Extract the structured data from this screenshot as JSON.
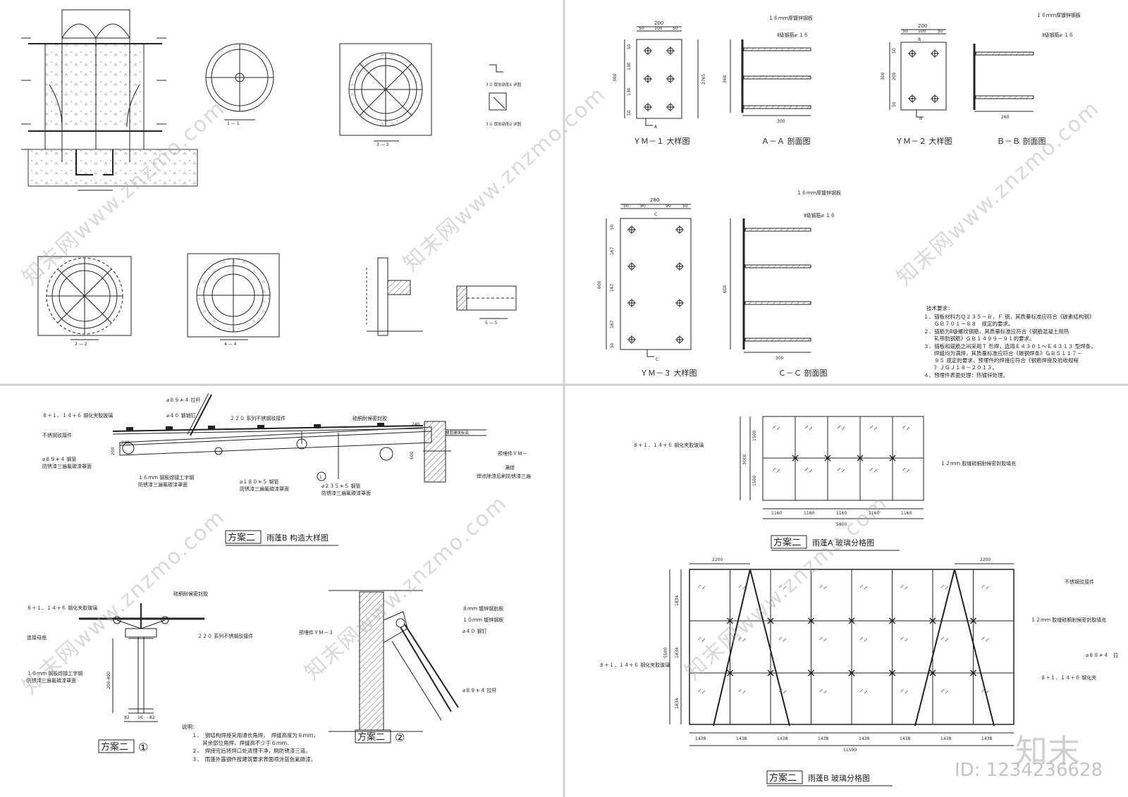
{
  "sheets": {
    "s1": {
      "sec11": "1 — 1",
      "sec22": "2 — 2",
      "sec33": "3 — 3",
      "sec44": "4 — 4",
      "sec55": "5 — 5",
      "detail1": "３０ 厚加劲肋1 详图",
      "detail2": "３０ 厚加劲肋2 详图"
    },
    "s2": {
      "ym1": {
        "title": "ＹＭ－１ 大样图",
        "w": "200",
        "d1": "50",
        "d2": "100",
        "d3": "50",
        "h": "360",
        "h1": "50",
        "h2": "130",
        "h3": "130",
        "h4": "50",
        "side": "2765",
        "sec": "A"
      },
      "aa": {
        "title": "Ａ－Ａ 剖面图",
        "plate": "１６ｍｍ厚镀锌钢板",
        "bar": "Ⅱ级钢筋⌀ １６",
        "h": "360",
        "len": "300"
      },
      "ym2": {
        "title": "ＹＭ－２ 大样图",
        "w": "200",
        "d1": "50",
        "d2": "100",
        "d3": "50",
        "h": "300",
        "h1": "50",
        "h2": "200",
        "h3": "50",
        "sec": "B"
      },
      "bb": {
        "title": "Ｂ－Ｂ 剖面图",
        "plate": "１６ｍｍ厚镀锌钢板",
        "bar": "Ⅱ级钢筋⌀ １６",
        "h": "300",
        "len": "260"
      },
      "ym3": {
        "title": "ＹＭ－３ 大样图",
        "w": "280",
        "d1": "50",
        "d2": "90",
        "d3": "90",
        "d4": "50",
        "h": "600",
        "h1": "50",
        "h2": "167",
        "h3": "167",
        "h4": "167",
        "h5": "50",
        "sec": "C"
      },
      "cc": {
        "title": "Ｃ－Ｃ 剖面图",
        "plate": "１６ｍｍ厚镀锌钢板",
        "bar": "Ⅱ级钢筋⌀ １６",
        "h": "600",
        "len": "300"
      },
      "tech": [
        "技术要求：",
        "１、锚板材料为Ｑ２３５－Ｂ．Ｆ 钢，其质量标准应符合《碳素结构钢》",
        "　　ＧＢ７０１－８８　规定的要求。",
        "２、锚筋为Ⅱ级螺纹钢筋，其质量标准应符合《钢筋混凝土用热",
        "　　轧带肋钢筋》ＧＢ１４９９－９１的要求。",
        "３、锚板和锚筋之间采用Ｔ 形焊，选用Ｅ４３０１～Ｅ４３１３ 型焊条，",
        "　　焊缝均为满焊，其质量标准应符合《碳钢焊条》ＧＢ５１１７－",
        "　　９５ 规定的要求，预埋件的焊接应符合《钢筋焊接及验收规程",
        "　　》ＪＧＪ１８－２０１３。",
        "４、预埋件表面处理：热镀锌处理。"
      ]
    },
    "s3": {
      "title_box": "方案二",
      "title": "雨蓬B 构造大样图",
      "labels": {
        "glass": "８＋１．１４＋６ 钢化夹胶玻璃",
        "rod": "⌀８９＊４ 拉杆",
        "pin": "⌀４０ 钢销钉",
        "conn220": "２２０ 系列不锈钢驳接件",
        "sealant": "硅酮耐候密封胶",
        "spider": "不锈钢驳接件",
        "pipe89": "⌀８９＊４ 钢管",
        "paint1": "防锈漆三遍氟碳漆罩面",
        "ibeam": "１６ｍｍ 钢板焊接工字钢",
        "paint2": "防锈漆三遍氟碳漆罩面",
        "pipe180": "⌀１８０＊５ 钢管",
        "paint3": "防锈漆三遍氟碳漆罩面",
        "pipe235": "⌀２３５＊５ 钢管",
        "paint4": "防锈漆三遍氟碳漆罩面",
        "embed": "预埋件ＹＭ－",
        "weld": "满焊",
        "weld2": "焊点除渣后刷防锈漆三遍",
        "floor": "楼层建筑标高",
        "d240a": "240",
        "d240b": "240",
        "d200": "200",
        "d600": "600",
        "circ": "1"
      }
    },
    "s4": {
      "title_box": "方案二",
      "title": "雨蓬A 玻璃分格图",
      "glass": "８＋１．１４＋６ 钢化夹胶玻璃",
      "joint": "１２ｍｍ 胶缝硅酮耐候密封胶填充",
      "h1": "1500",
      "h2": "1500",
      "htot": "3000",
      "w": [
        "1160",
        "1160",
        "1160",
        "1160",
        "1160"
      ],
      "wtot": "5800"
    },
    "s5": {
      "a_box": "方案二",
      "a_num": "①",
      "b_box": "方案二",
      "b_num": "②",
      "a_labels": {
        "glass": "８＋１．１４＋６ 钢化夹胶玻璃",
        "sealant": "硅酮耐候密封胶",
        "base": "连接母座",
        "conn": "２２０ 系列不锈钢驳接件",
        "ibeam": "１６ｍｍ 钢板焊接工字钢",
        "paint": "防锈漆三遍氟碳漆罩面",
        "h": "200-400",
        "w1": "82",
        "w2": "16",
        "w3": "82"
      },
      "b_labels": {
        "stiff": "８ｍｍ 镀锌钢肋板",
        "plate": "１０ｍｍ 镀锌钢板",
        "pin": "⌀４０ 钢钉",
        "embed": "预埋件ＹＭ－３",
        "rod": "⌀８９＊４ 拉杆"
      },
      "notes": [
        "说明：",
        "１、　钢结构焊接采用通长角焊，　焊缝高度为８ｍｍ，",
        "　　其余部位角焊，焊缝高不少于６ｍｍ．",
        "２、　焊接完后将焊口处清理干净，刷防锈漆三道。",
        "３、　雨蓬外露钢件按建筑要求表面喷涂蓝色氟碳漆。"
      ]
    },
    "s6": {
      "title_box": "方案二",
      "title": "雨蓬B 玻璃分格图",
      "dim_top_l": "2200",
      "dim_top_r": "2200",
      "h": [
        "1834",
        "1834",
        "1834"
      ],
      "htot": "5500",
      "w": [
        "1438",
        "1438",
        "1438",
        "1438",
        "1438",
        "1438",
        "1438",
        "1438"
      ],
      "wtot": "11500",
      "labels": {
        "conn": "不锈钢驳接件",
        "joint": "１２ｍｍ 胶缝硅酮耐候密封胶填充",
        "rod": "⌀８９＊４　拉",
        "glass_l": "８＋１．１４＋６ 钢化夹胶玻璃",
        "glass_r": "８＋１．１４＋６ 钢化夹"
      }
    }
  },
  "watermark": {
    "text": "知末网www.znzmo.com",
    "brand": "知末",
    "id": "ID: 1234236628"
  }
}
